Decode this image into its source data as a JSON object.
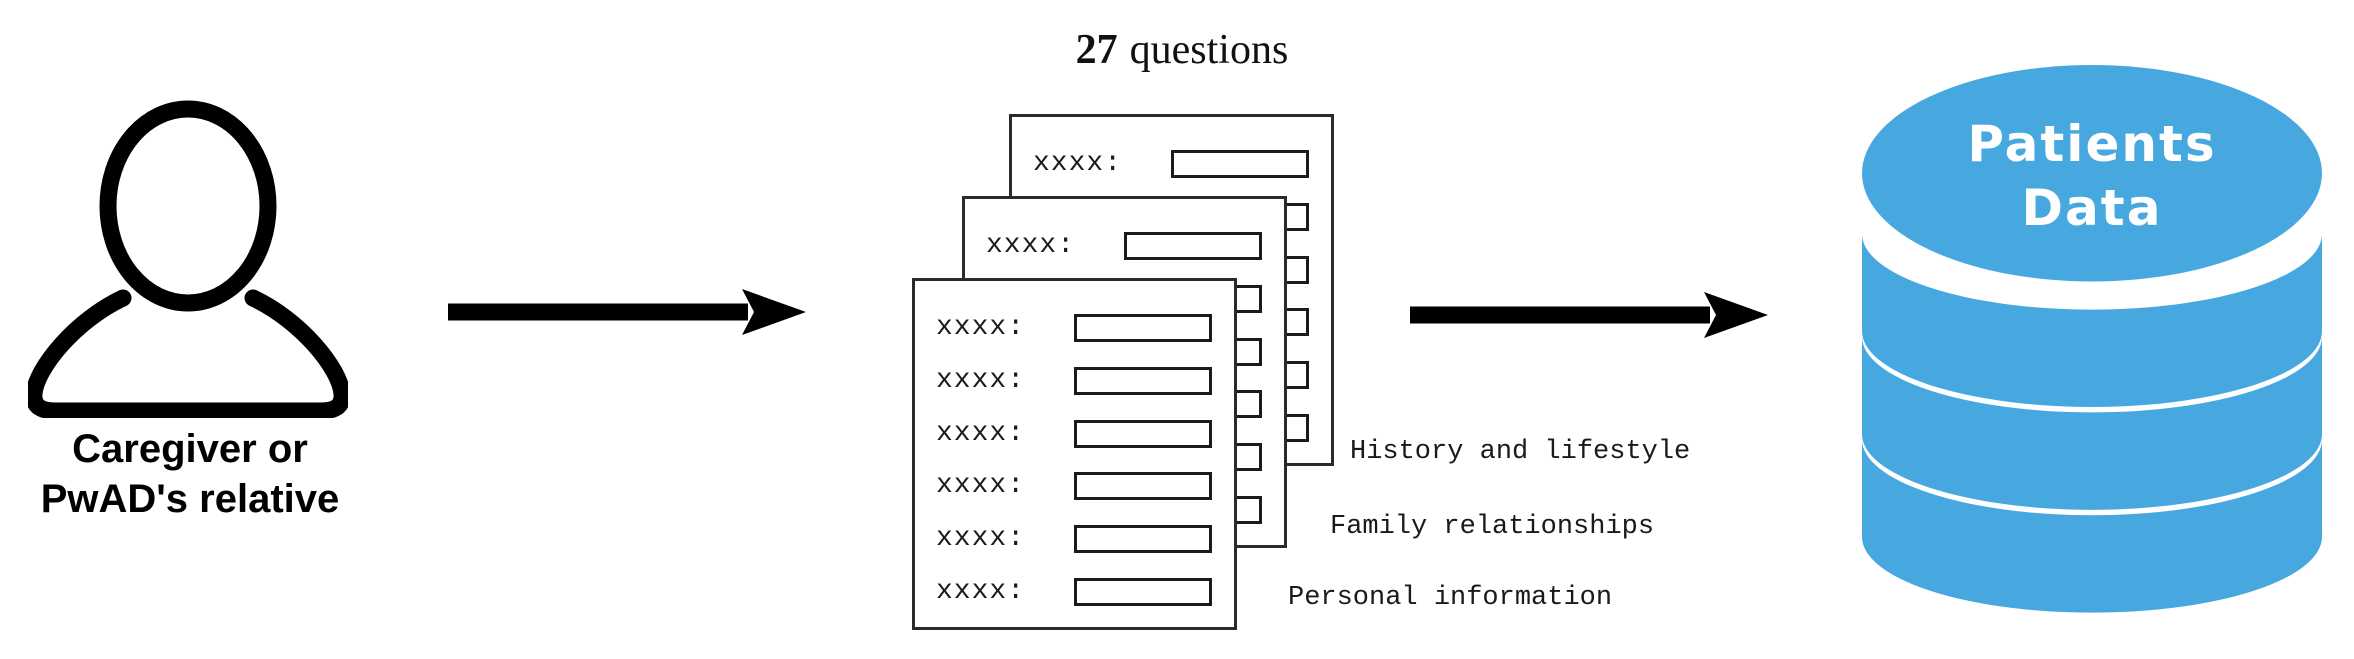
{
  "figure": {
    "background": "#ffffff",
    "arrow_color": "#000000",
    "actor": {
      "label_line1": "Caregiver or",
      "label_line2": "PwAD's relative"
    },
    "questionnaire": {
      "title_number": "27",
      "title_text": "questions",
      "field_label": "xxxx:",
      "fields_per_form": 6,
      "form_count": 3,
      "categories": [
        "History and lifestyle",
        "Family relationships",
        "Personal information"
      ]
    },
    "database": {
      "label_line1": "Patients",
      "label_line2": "Data",
      "color": "#47A8DF",
      "text_color": "#ffffff"
    }
  }
}
